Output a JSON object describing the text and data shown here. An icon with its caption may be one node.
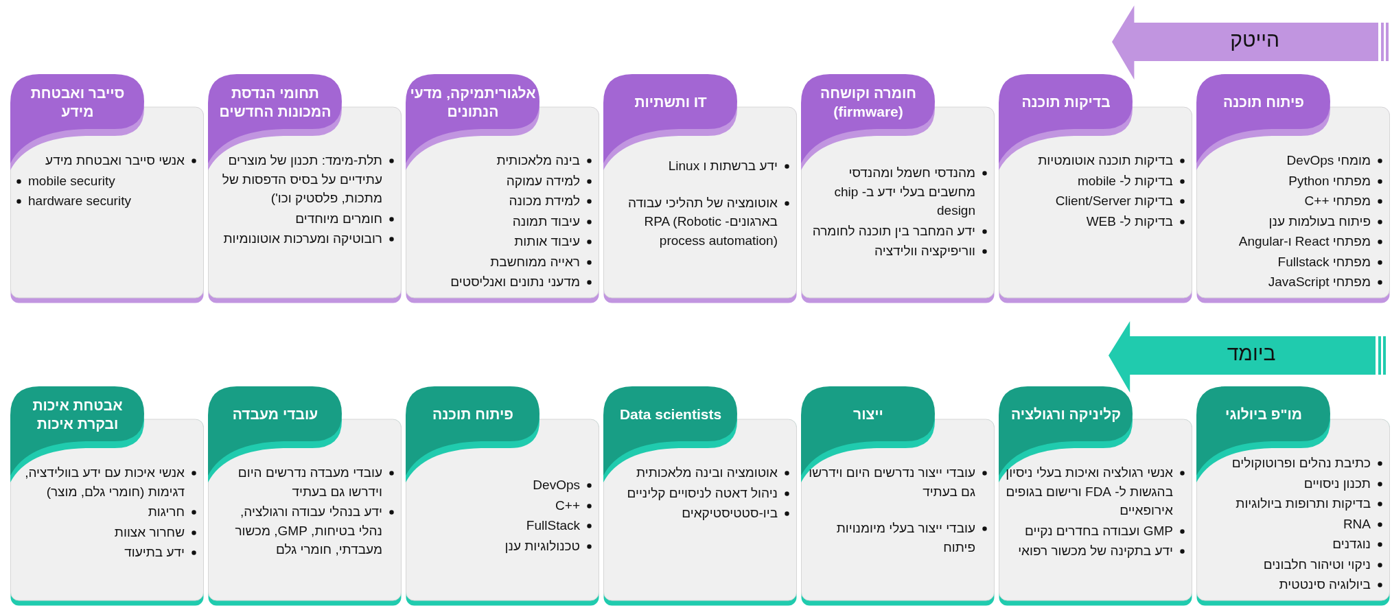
{
  "diagram": {
    "nodes": [
      {
        "text": [
          "הייטק"
        ]
      },
      {
        "text": [
          "פיתוח תוכנה",
          "מומחי DevOps",
          "מפתחי Python",
          "מפתחי C++",
          "פיתוח בעולמות ענן",
          "מפתחי React ו-Angular",
          "מפתחי Fullstack",
          "מפתחי JavaScript"
        ]
      },
      {
        "text": [
          "בדיקות תוכנה",
          "בדיקות תוכנה אוטומטיות",
          "בדיקות ל- mobile",
          "בדיקות Client/Server",
          "בדיקות ל- WEB"
        ]
      },
      {
        "text": [
          "חומרה וקושחה (firmware)",
          "מהנדסי חשמל ומהנדסי מחשבים בעלי ידע ב- chip design",
          "ידע המחבר בין תוכנה לחומרה",
          "ווריפיקציה וולידציה"
        ]
      },
      {
        "text": [
          "IT ותשתיות",
          "ידע ברשתות ו Linux",
          "אוטומציה של תהליכי עבודה בארגונים- RPA (Robotic process automation)"
        ]
      },
      {
        "text": [
          "אלגוריתמיקה, מדעי הנתונים",
          "בינה מלאכותית",
          "למידה עמוקה",
          "למידת מכונה",
          "עיבוד תמונה",
          "עיבוד אותות",
          "ראייה ממוחשבת",
          "מדעני נתונים ואנליסטים"
        ]
      },
      {
        "text": [
          "תחומי הנדסת המכונות החדשים",
          "תלת-מימד: תכנון של מוצרים עתידיים על בסיס הדפסות של מתכות, פלסטיק וכו')",
          "חומרים מיוחדים",
          "רובוטיקה ומערכות אוטונומיות"
        ]
      },
      {
        "text": [
          "סייבר ואבטחת מידע",
          "אנשי סייבר ואבטחת מידע",
          "mobile security",
          "hardware security"
        ]
      },
      {
        "text": [
          "ביומד"
        ]
      },
      {
        "text": [
          "מו\"פ ביולוגי",
          "כתיבת נהלים ופרוטוקולים",
          "תכנון ניסויים",
          "בדיקות ותרופות ביולוגיות",
          "RNA",
          "נוגדנים",
          "ניקוי וטיהור חלבונים",
          "ביולוגיה סינטטית"
        ]
      },
      {
        "text": [
          "קליניקה ורגולציה",
          "אנשי רגולציה ואיכות בעלי ניסיון בהגשות ל- FDA ורישום בגופים אירופאיים",
          "GMP ועבודה בחדרים נקיים",
          "ידע בתקינה של מכשור רפואי"
        ]
      },
      {
        "text": [
          "ייצור",
          "עובדי ייצור נדרשים היום וידרשו גם בעתיד",
          "עובדי ייצור בעלי מיומנויות פיתוח"
        ]
      },
      {
        "text": [
          "Data scientists",
          "אוטומציה ובינה מלאכותית",
          "ניהול דאטה לניסויים קליניים",
          "ביו-סטטיסטיקאים"
        ]
      },
      {
        "text": [
          "פיתוח תוכנה",
          "DevOps",
          "C++",
          "FullStack",
          "טכנולוגיות ענן"
        ]
      },
      {
        "text": [
          "עובדי מעבדה",
          "עובדי מעבדה נדרשים היום וידרשו גם בעתיד",
          "ידע בנהלי עבודה ורגולציה, נהלי בטיחות, GMP, מכשור מעבדתי, חומרי גלם"
        ]
      },
      {
        "text": [
          "אבטחת איכות ובקרת איכות",
          "אנשי איכות עם ידע בוולידציה, דגימות (חומרי גלם, מוצר)",
          "חריגות",
          "שחרור אצוות",
          "ידע בתיעוד"
        ]
      }
    ]
  }
}
